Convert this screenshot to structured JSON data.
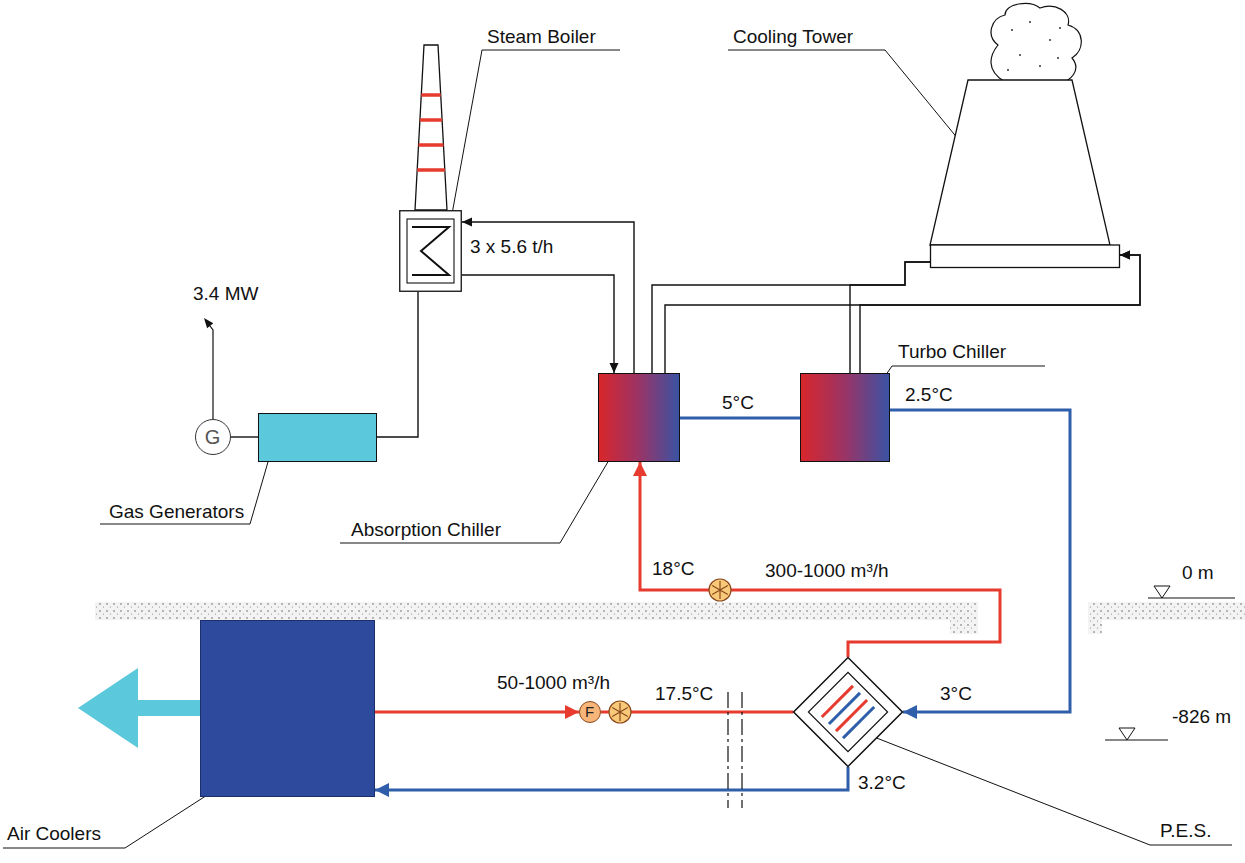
{
  "diagram": {
    "nodes": [
      {
        "text": [
          "Steam Boiler"
        ]
      },
      {
        "text": [
          "Cooling Tower"
        ]
      },
      {
        "text": [
          "G"
        ]
      },
      {
        "text": [
          "Gas Generators"
        ]
      },
      {
        "text": [
          "Absorption Chiller"
        ]
      },
      {
        "text": [
          "Turbo Chiller"
        ]
      },
      {
        "text": [
          "F"
        ]
      },
      {
        "text": [
          "P.E.S."
        ]
      },
      {
        "text": [
          "Air Coolers"
        ]
      }
    ],
    "edges": [
      {
        "from": 4,
        "to": 0,
        "arrow": "to",
        "label": "3 x 5.6 t/h"
      },
      {
        "from": 0,
        "to": 4,
        "arrow": "to"
      },
      {
        "from": 2,
        "to": 3,
        "arrow": "none"
      },
      {
        "from": 3,
        "to": 0,
        "arrow": "none"
      },
      {
        "from": 1,
        "to": 4,
        "arrow": "none"
      },
      {
        "from": 1,
        "to": 5,
        "arrow": "none"
      },
      {
        "from": 4,
        "to": 1,
        "arrow": "to"
      },
      {
        "from": 5,
        "to": 1,
        "arrow": "to"
      },
      {
        "from": 4,
        "to": 5,
        "arrow": "none",
        "label": "5°C"
      },
      {
        "from": 5,
        "to": 7,
        "arrow": "to",
        "label": "2.5°C"
      },
      {
        "from": 7,
        "to": 4,
        "arrow": "to",
        "label": "18°C"
      },
      {
        "from": 8,
        "to": 6,
        "arrow": "to",
        "label": "50-1000 m³/h"
      },
      {
        "from": 6,
        "to": 7,
        "arrow": "none",
        "label": "17.5°C"
      },
      {
        "from": 7,
        "to": 8,
        "arrow": "to",
        "label": "3.2°C"
      }
    ],
    "labels": [
      "3.4 MW",
      "300-1000 m³/h",
      "3°C",
      "0 m",
      "-826 m"
    ]
  }
}
